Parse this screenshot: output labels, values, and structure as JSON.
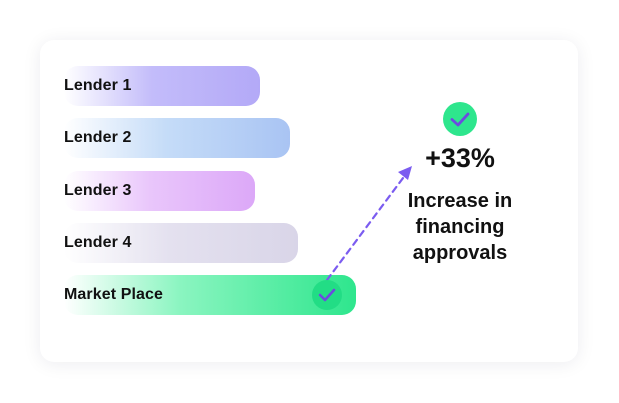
{
  "bars": [
    {
      "label": "Lender 1"
    },
    {
      "label": "Lender 2"
    },
    {
      "label": "Lender 3"
    },
    {
      "label": "Lender 4"
    },
    {
      "label": "Market Place"
    }
  ],
  "stat": {
    "value": "+33%",
    "description_line1": "Increase in",
    "description_line2": "financing",
    "description_line3": "approvals"
  },
  "icons": {
    "bar_check": "check-icon",
    "stat_check": "check-icon",
    "arrow": "dashed-arrow-icon"
  },
  "colors": {
    "accent_green": "#2ee68d",
    "check_stroke": "#6c4be0",
    "arrow": "#7b5cf0"
  }
}
